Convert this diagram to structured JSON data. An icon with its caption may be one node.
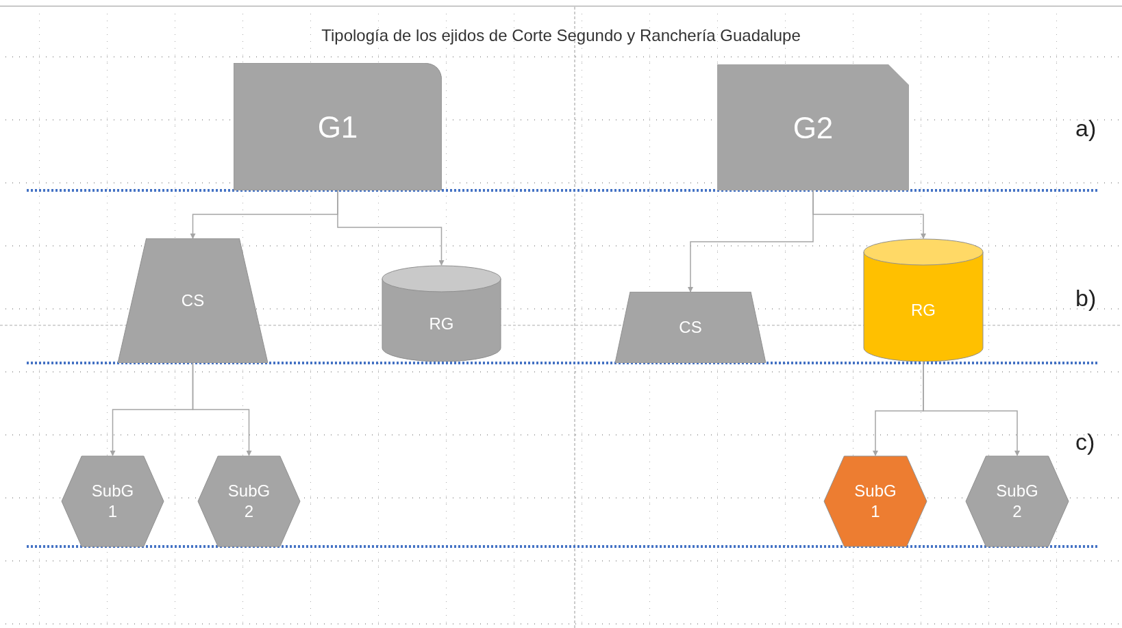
{
  "diagram": {
    "title": "Tipología de los ejidos de Corte Segundo y Ranchería Guadalupe",
    "nodes": [
      {
        "text": [
          "G1"
        ]
      },
      {
        "text": [
          "G2"
        ]
      },
      {
        "text": [
          "CS"
        ]
      },
      {
        "text": [
          "RG"
        ]
      },
      {
        "text": [
          "CS"
        ]
      },
      {
        "text": [
          "RG"
        ]
      },
      {
        "text": [
          "SubG 1"
        ]
      },
      {
        "text": [
          "SubG 2"
        ]
      },
      {
        "text": [
          "SubG 1"
        ]
      },
      {
        "text": [
          "SubG 2"
        ]
      }
    ],
    "edges": [
      {
        "from": 0,
        "to": 2,
        "arrow": "to"
      },
      {
        "from": 0,
        "to": 3,
        "arrow": "to"
      },
      {
        "from": 1,
        "to": 4,
        "arrow": "to"
      },
      {
        "from": 1,
        "to": 5,
        "arrow": "to"
      },
      {
        "from": 2,
        "to": 6,
        "arrow": "to"
      },
      {
        "from": 2,
        "to": 7,
        "arrow": "to"
      },
      {
        "from": 5,
        "to": 8,
        "arrow": "to"
      },
      {
        "from": 5,
        "to": 9,
        "arrow": "to"
      }
    ],
    "labels": [
      "a)",
      "b)",
      "c)"
    ]
  }
}
